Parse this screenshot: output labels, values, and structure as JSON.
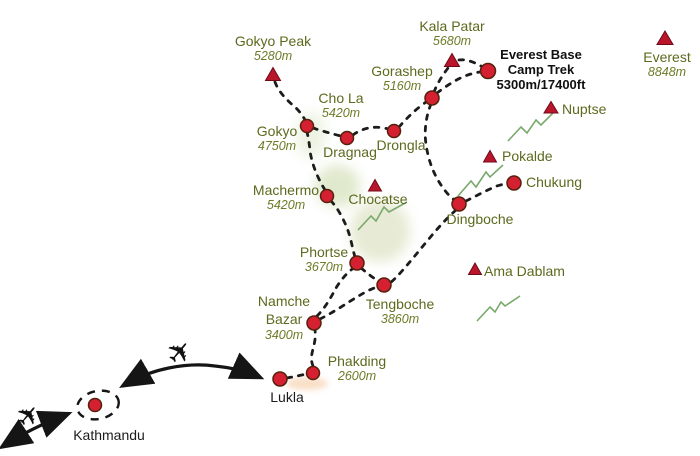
{
  "labels": {
    "gokyo_peak": {
      "name": "Gokyo Peak",
      "elev": "5280m"
    },
    "kala_patar": {
      "name": "Kala Patar",
      "elev": "5680m"
    },
    "everest": {
      "name": "Everest",
      "elev": "8848m"
    },
    "ebc": {
      "line1": "Everest Base",
      "line2": "Camp Trek",
      "line3": "5300m/17400ft"
    },
    "nuptse": {
      "name": "Nuptse"
    },
    "pokalde": {
      "name": "Pokalde"
    },
    "chukung": {
      "name": "Chukung"
    },
    "dingboche": {
      "name": "Dingboche"
    },
    "ama_dablam": {
      "name": "Ama Dablam"
    },
    "chocatse": {
      "name": "Chocatse"
    },
    "gorashep": {
      "name": "Gorashep",
      "elev": "5160m"
    },
    "cho_la": {
      "name": "Cho La",
      "elev": "5420m"
    },
    "gokyo": {
      "name": "Gokyo",
      "elev": "4750m"
    },
    "dragnag": {
      "name": "Dragnag"
    },
    "drongla": {
      "name": "Drongla"
    },
    "machermo": {
      "name": "Machermo",
      "elev": "5420m"
    },
    "phortse": {
      "name": "Phortse",
      "elev": "3670m"
    },
    "tengboche": {
      "name": "Tengboche",
      "elev": "3860m"
    },
    "namche": {
      "line1": "Namche",
      "line2": "Bazar",
      "elev": "3400m"
    },
    "phakding": {
      "name": "Phakding",
      "elev": "2600m"
    },
    "lukla": {
      "name": "Lukla"
    },
    "kathmandu": {
      "name": "Kathmandu"
    }
  },
  "icons": {
    "airplane": "✈"
  },
  "colors": {
    "place_label": "#5c6a1e",
    "elevation_label": "#6d7b26",
    "bold_label": "#101010",
    "dot_fill": "#d42030",
    "peak_fill": "#b9162c",
    "trail": "#1c1c1c",
    "ridge": "#79a96b",
    "arrow": "#151515"
  }
}
